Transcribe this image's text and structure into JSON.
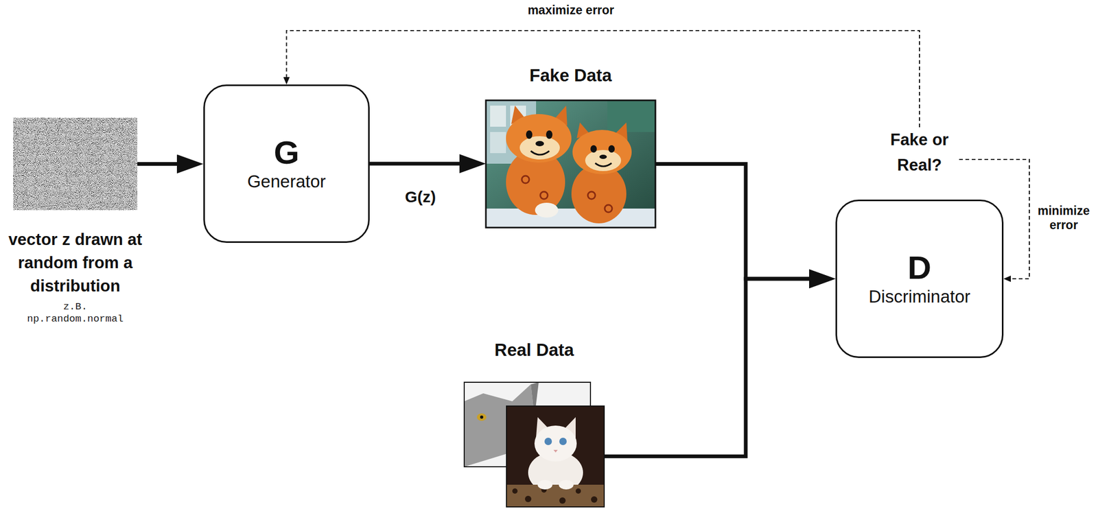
{
  "diagram": {
    "nodes": [
      {
        "text": [
          "vector z drawn at random from a distribution",
          "z.B. np.random.normal"
        ]
      },
      {
        "text": [
          "G",
          "Generator"
        ]
      },
      {
        "text": [
          "Fake Data"
        ]
      },
      {
        "text": [
          "Real Data"
        ]
      },
      {
        "text": [
          "Fake or Real?"
        ]
      },
      {
        "text": [
          "D",
          "Discriminator"
        ]
      }
    ],
    "edges": [
      {
        "from": 0,
        "to": 1,
        "arrow": "to"
      },
      {
        "from": 1,
        "to": 2,
        "label": "G(z)",
        "arrow": "to"
      },
      {
        "from": 2,
        "to": 5,
        "arrow": "to"
      },
      {
        "from": 3,
        "to": 5,
        "arrow": "to"
      },
      {
        "from": 4,
        "to": 1,
        "label": "maximize error",
        "arrow": "to"
      },
      {
        "from": 4,
        "to": 5,
        "label": "minimize error",
        "arrow": "to"
      }
    ]
  }
}
